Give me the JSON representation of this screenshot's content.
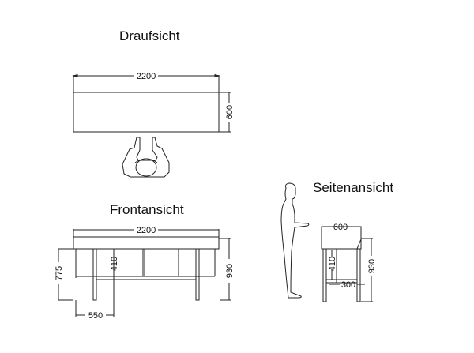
{
  "views": {
    "top": {
      "title": "Draufsicht",
      "width_label": "2200",
      "depth_label": "600"
    },
    "front": {
      "title": "Frontansicht",
      "width_label": "2200",
      "height_label": "930",
      "seat_height_label": "775",
      "knee_clearance_label": "410",
      "leg_offset_label": "550"
    },
    "side": {
      "title": "Seitenansicht",
      "depth_label": "600",
      "height_label": "930",
      "knee_clearance_label": "410",
      "shelf_depth_label": "300"
    }
  },
  "colors": {
    "line": "#222222",
    "background": "#ffffff"
  }
}
